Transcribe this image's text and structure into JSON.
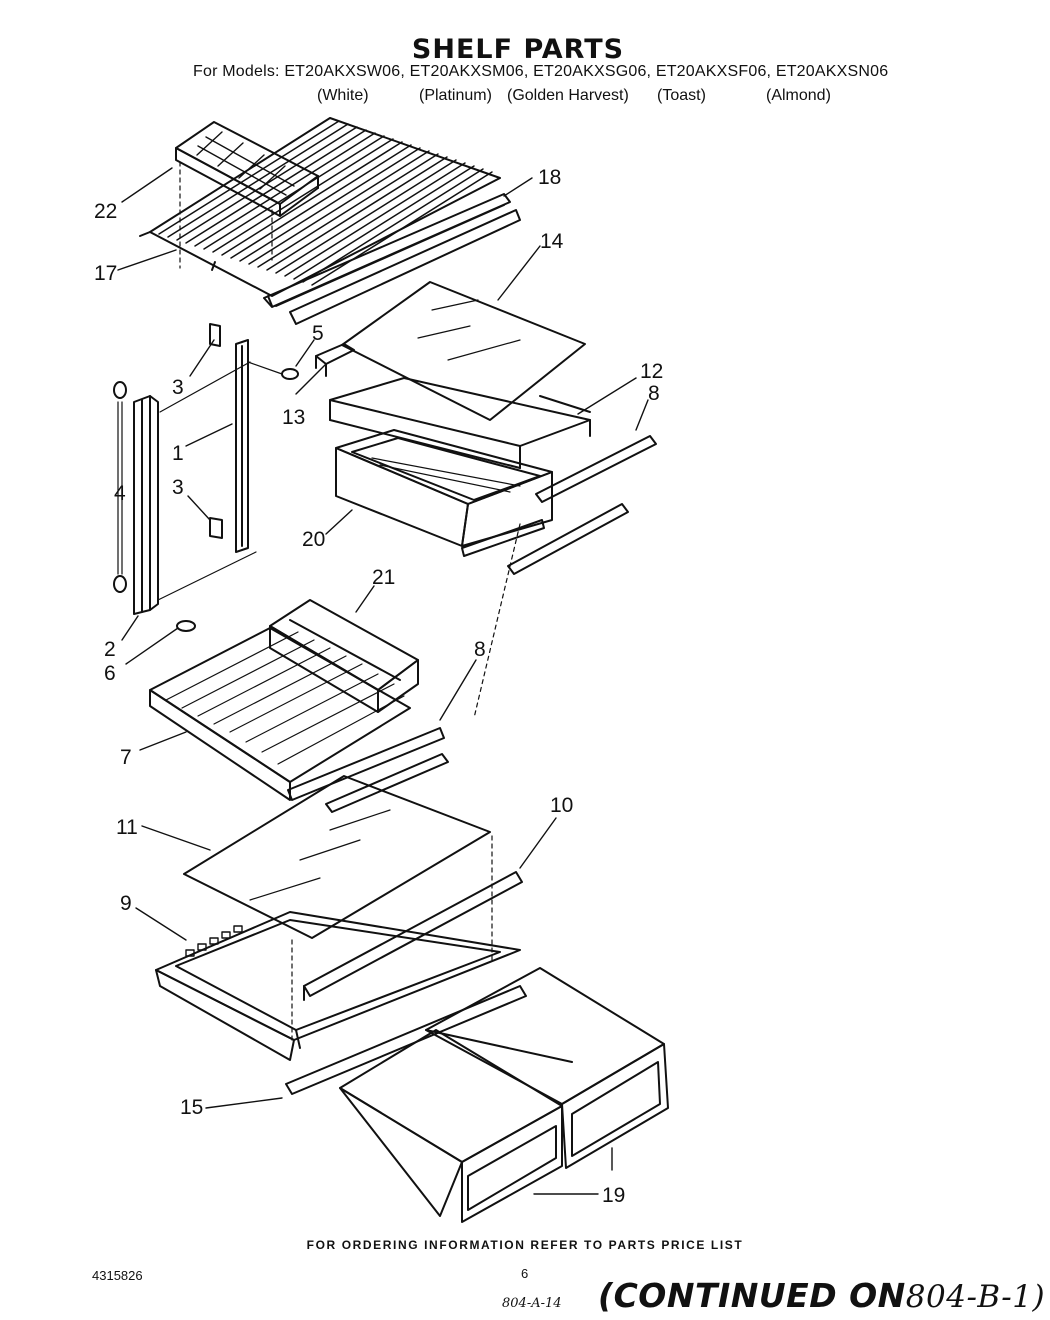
{
  "header": {
    "title": "SHELF PARTS",
    "models_line": "For Models: ET20AKXSW06, ET20AKXSM06, ET20AKXSG06, ET20AKXSF06, ET20AKXSN06",
    "colors": [
      "(White)",
      "(Platinum)",
      "(Golden Harvest)",
      "(Toast)",
      "(Almond)"
    ]
  },
  "callouts": [
    "22",
    "18",
    "17",
    "14",
    "5",
    "3",
    "13",
    "12",
    "8",
    "1",
    "4",
    "3",
    "20",
    "21",
    "2",
    "6",
    "8",
    "7",
    "10",
    "11",
    "9",
    "15",
    "19"
  ],
  "footer": {
    "ordering_note": "FOR ORDERING INFORMATION REFER TO PARTS PRICE LIST",
    "doc_number": "4315826",
    "page_number": "6",
    "handwritten_ref": "804-A-14",
    "continued_text": "(CONTINUED ON",
    "continued_ref": "804-B-1)"
  }
}
